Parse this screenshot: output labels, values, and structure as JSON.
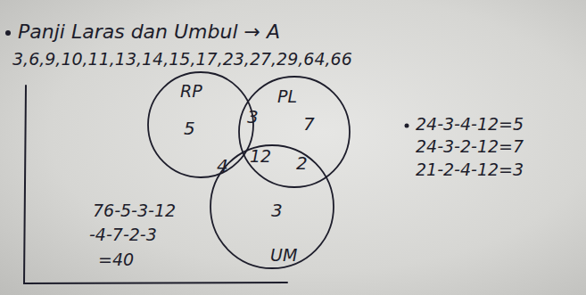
{
  "diagram": {
    "title": "Panji Laras dan Umbul → A",
    "nodes": [
      {
        "text": [
          "RP"
        ]
      },
      {
        "text": [
          "PL"
        ]
      },
      {
        "text": [
          "UM"
        ]
      }
    ],
    "labels": [
      "3,6,9,10,11,13,14,15,17,23,27,29,64,66",
      "5",
      "3",
      "7",
      "4",
      "12",
      "2",
      "3",
      "24-3-4-12=5",
      "24-3-2-12=7",
      "21-2-4-12=3",
      "76-5-3-12",
      "-4-7-2-3",
      "=40"
    ]
  }
}
